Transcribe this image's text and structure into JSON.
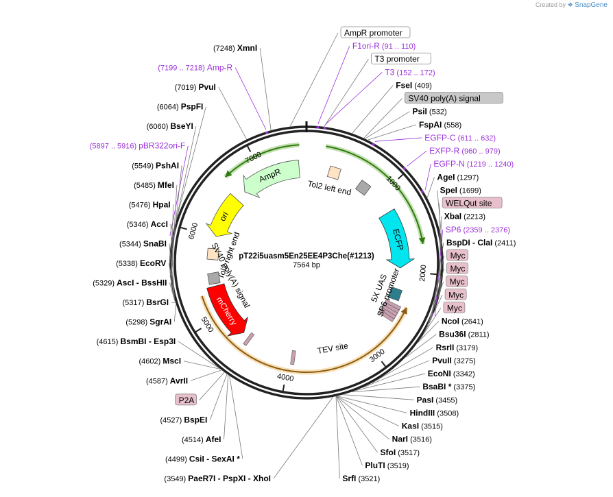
{
  "branding": {
    "created_by": "Created by",
    "app": "SnapGene",
    "logo_icon": "snapgene-logo-icon"
  },
  "plasmid": {
    "name": "pT22i5uasm5En25EE4P3Che(#1213)",
    "size": "7564 bp",
    "length": 7564
  },
  "ticks": [
    {
      "pos": 1000,
      "label": "1000"
    },
    {
      "pos": 2000,
      "label": "2000"
    },
    {
      "pos": 3000,
      "label": "3000"
    },
    {
      "pos": 4000,
      "label": "4000"
    },
    {
      "pos": 5000,
      "label": "5000"
    },
    {
      "pos": 6000,
      "label": "6000"
    },
    {
      "pos": 7000,
      "label": "7000"
    }
  ],
  "features": [
    {
      "id": "ecfp",
      "label": "ECFP",
      "start": 1230,
      "end": 1960,
      "dir": 1,
      "color": "#00e5ee",
      "stroke": "#333333"
    },
    {
      "id": "ampr",
      "label": "AmpR",
      "start": 6700,
      "end": 7470,
      "dir": -1,
      "color": "#ccffcc",
      "stroke": "#555555"
    },
    {
      "id": "ori",
      "label": "ori",
      "start": 6010,
      "end": 6560,
      "dir": -1,
      "color": "#ffff00",
      "stroke": "#555555"
    },
    {
      "id": "mcherry",
      "label": "mCherry",
      "start": 4660,
      "end": 5370,
      "dir": -1,
      "color": "#ff0000",
      "stroke": "#333333"
    }
  ],
  "small_features": [
    {
      "id": "tol2-left",
      "label": "Tol2 left end",
      "pos": 360,
      "color": "#ffe4c4"
    },
    {
      "id": "sv40-top",
      "label": "",
      "pos": 780,
      "color": "#a9a9a9"
    },
    {
      "id": "tol2-right",
      "label": "Tol2 right end",
      "pos": 5780,
      "color": "#ffe4c4"
    },
    {
      "id": "sv40-left",
      "label": "SV40 poly(A) signal",
      "pos": 5470,
      "color": "#a9a9a9"
    },
    {
      "id": "uas",
      "label": "5X UAS",
      "pos": 2300,
      "color": "#2e7d8c"
    }
  ],
  "inner_labels": {
    "sp6_promoter": "SP6 promoter",
    "tev_site": "TEV site"
  },
  "arcs": [
    {
      "id": "green-top",
      "start": 200,
      "end": 1700,
      "dir": 1,
      "color": "#55aa22"
    },
    {
      "id": "green-left",
      "start": 6650,
      "end": 7490,
      "dir": -1,
      "color": "#55aa22"
    },
    {
      "id": "orange-bottom",
      "start": 2400,
      "end": 5300,
      "dir": -1,
      "color": "#e7a32b"
    }
  ],
  "labels_right": [
    {
      "text": "AmpR promoter",
      "type": "box",
      "fill": "#ffffff",
      "pos": 7420
    },
    {
      "text": "F1ori-R",
      "coord": "(91 .. 110)",
      "type": "primer",
      "pos": 100
    },
    {
      "text": "T3 promoter",
      "type": "box",
      "fill": "#ffffff",
      "pos": 155
    },
    {
      "text": "T3",
      "coord": "(152 .. 172)",
      "type": "primer",
      "pos": 162
    },
    {
      "text": "FseI",
      "coord": "(409)",
      "type": "enzyme",
      "pos": 409
    },
    {
      "text": "SV40 poly(A) signal",
      "type": "box",
      "fill": "#c8c8c8",
      "pos": 520
    },
    {
      "text": "PsiI",
      "coord": "(532)",
      "type": "enzyme",
      "pos": 532
    },
    {
      "text": "FspAI",
      "coord": "(558)",
      "type": "enzyme",
      "pos": 558
    },
    {
      "text": "EGFP-C",
      "coord": "(611 .. 632)",
      "type": "primer",
      "pos": 620
    },
    {
      "text": "EXFP-R",
      "coord": "(960 .. 979)",
      "type": "primer",
      "pos": 970
    },
    {
      "text": "EGFP-N",
      "coord": "(1219 .. 1240)",
      "type": "primer",
      "pos": 1230
    },
    {
      "text": "AgeI",
      "coord": "(1297)",
      "type": "enzyme",
      "pos": 1297
    },
    {
      "text": "SpeI",
      "coord": "(1699)",
      "type": "enzyme",
      "pos": 1699
    },
    {
      "text": "WELQut site",
      "type": "box",
      "fill": "#e8c0cc",
      "pos": 2150
    },
    {
      "text": "XbaI",
      "coord": "(2213)",
      "type": "enzyme",
      "pos": 2213
    },
    {
      "text": "SP6",
      "coord": "(2359 .. 2376)",
      "type": "primer",
      "pos": 2368
    },
    {
      "text": "BspDI",
      "text2": "ClaI",
      "coord": "(2411)",
      "type": "enzyme",
      "pos": 2411
    },
    {
      "text": "Myc",
      "type": "box",
      "fill": "#e8c0cc",
      "pos": 2440
    },
    {
      "text": "Myc",
      "type": "box",
      "fill": "#e8c0cc",
      "pos": 2480
    },
    {
      "text": "Myc",
      "type": "box",
      "fill": "#e8c0cc",
      "pos": 2520
    },
    {
      "text": "Myc",
      "type": "box",
      "fill": "#e8c0cc",
      "pos": 2560
    },
    {
      "text": "Myc",
      "type": "box",
      "fill": "#e8c0cc",
      "pos": 2600
    },
    {
      "text": "NcoI",
      "coord": "(2641)",
      "type": "enzyme",
      "pos": 2641
    },
    {
      "text": "Bsu36I",
      "coord": "(2811)",
      "type": "enzyme",
      "pos": 2811
    },
    {
      "text": "RsrII",
      "coord": "(3179)",
      "type": "enzyme",
      "pos": 3179
    },
    {
      "text": "PvuII",
      "coord": "(3275)",
      "type": "enzyme",
      "pos": 3275
    },
    {
      "text": "EcoNI",
      "coord": "(3342)",
      "type": "enzyme",
      "pos": 3342
    },
    {
      "text": "BsaBI *",
      "coord": "(3375)",
      "type": "enzyme",
      "pos": 3375
    },
    {
      "text": "PasI",
      "coord": "(3455)",
      "type": "enzyme",
      "pos": 3455
    },
    {
      "text": "HindIII",
      "coord": "(3508)",
      "type": "enzyme",
      "pos": 3508
    },
    {
      "text": "KasI",
      "coord": "(3515)",
      "type": "enzyme",
      "pos": 3515
    },
    {
      "text": "NarI",
      "coord": "(3516)",
      "type": "enzyme",
      "pos": 3516
    },
    {
      "text": "SfoI",
      "coord": "(3517)",
      "type": "enzyme",
      "pos": 3517
    },
    {
      "text": "PluTI",
      "coord": "(3519)",
      "type": "enzyme",
      "pos": 3519
    },
    {
      "text": "SrfI",
      "coord": "(3521)",
      "type": "enzyme",
      "pos": 3521
    }
  ],
  "labels_left": [
    {
      "text": "XmnI",
      "coord": "(7248)",
      "type": "enzyme",
      "pos": 7248
    },
    {
      "text": "Amp-R",
      "coord": "(7199 .. 7218)",
      "type": "primer",
      "pos": 7208
    },
    {
      "text": "PvuI",
      "coord": "(7019)",
      "type": "enzyme",
      "pos": 7019
    },
    {
      "text": "PspFI",
      "coord": "(6064)",
      "type": "enzyme",
      "pos": 6064
    },
    {
      "text": "BseYI",
      "coord": "(6060)",
      "type": "enzyme",
      "pos": 6060
    },
    {
      "text": "pBR322ori-F",
      "coord": "(5897 .. 5916)",
      "type": "primer",
      "pos": 5906
    },
    {
      "text": "PshAI",
      "coord": "(5549)",
      "type": "enzyme",
      "pos": 5549
    },
    {
      "text": "MfeI",
      "coord": "(5485)",
      "type": "enzyme",
      "pos": 5485
    },
    {
      "text": "HpaI",
      "coord": "(5476)",
      "type": "enzyme",
      "pos": 5476
    },
    {
      "text": "AccI",
      "coord": "(5346)",
      "type": "enzyme",
      "pos": 5346
    },
    {
      "text": "SnaBI",
      "coord": "(5344)",
      "type": "enzyme",
      "pos": 5344
    },
    {
      "text": "EcoRV",
      "coord": "(5338)",
      "type": "enzyme",
      "pos": 5338
    },
    {
      "text": "AscI",
      "text2": "BssHII",
      "coord": "(5329)",
      "type": "enzyme",
      "pos": 5329
    },
    {
      "text": "BsrGI",
      "coord": "(5317)",
      "type": "enzyme",
      "pos": 5317
    },
    {
      "text": "SgrAI",
      "coord": "(5298)",
      "type": "enzyme",
      "pos": 5298
    },
    {
      "text": "BsmBI",
      "text2": "Esp3I",
      "coord": "(4615)",
      "type": "enzyme",
      "pos": 4615
    },
    {
      "text": "MscI",
      "coord": "(4602)",
      "type": "enzyme",
      "pos": 4602
    },
    {
      "text": "AvrII",
      "coord": "(4587)",
      "type": "enzyme",
      "pos": 4587
    },
    {
      "text": "P2A",
      "type": "box",
      "fill": "#e8c0cc",
      "pos": 4555
    },
    {
      "text": "BspEI",
      "coord": "(4527)",
      "type": "enzyme",
      "pos": 4527
    },
    {
      "text": "AfeI",
      "coord": "(4514)",
      "type": "enzyme",
      "pos": 4514
    },
    {
      "text": "CsiI",
      "text2": "SexAI *",
      "coord": "(4499)",
      "type": "enzyme",
      "pos": 4499
    },
    {
      "text": "PaeR7I",
      "text2": "PspXI",
      "text3": "XhoI",
      "coord": "(3549)",
      "type": "enzyme",
      "pos": 3549
    }
  ]
}
